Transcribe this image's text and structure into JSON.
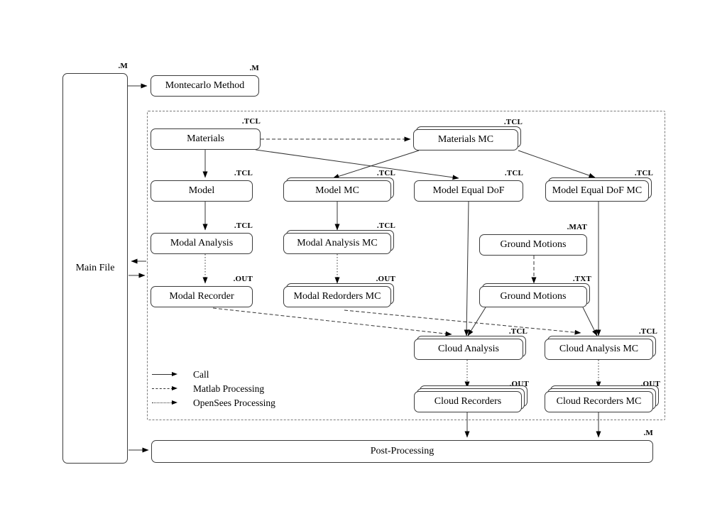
{
  "diagram": {
    "nodes": {
      "main_file": {
        "label": "Main File",
        "ext": ".M"
      },
      "montecarlo": {
        "label": "Montecarlo Method",
        "ext": ".M"
      },
      "materials": {
        "label": "Materials",
        "ext": ".TCL"
      },
      "materials_mc": {
        "label": "Materials MC",
        "ext": ".TCL"
      },
      "model": {
        "label": "Model",
        "ext": ".TCL"
      },
      "model_mc": {
        "label": "Model MC",
        "ext": ".TCL"
      },
      "model_equal_dof": {
        "label": "Model Equal DoF",
        "ext": ".TCL"
      },
      "model_equal_dof_mc": {
        "label": "Model Equal DoF MC",
        "ext": ".TCL"
      },
      "modal_analysis": {
        "label": "Modal Analysis",
        "ext": ".TCL"
      },
      "modal_analysis_mc": {
        "label": "Modal Analysis MC",
        "ext": ".TCL"
      },
      "modal_recorder": {
        "label": "Modal Recorder",
        "ext": ".OUT"
      },
      "modal_redorders_mc": {
        "label": "Modal Redorders MC",
        "ext": ".OUT"
      },
      "ground_motions_mat": {
        "label": "Ground Motions",
        "ext": ".MAT"
      },
      "ground_motions_txt": {
        "label": "Ground Motions",
        "ext": ".TXT"
      },
      "cloud_analysis": {
        "label": "Cloud Analysis",
        "ext": ".TCL"
      },
      "cloud_analysis_mc": {
        "label": "Cloud Analysis MC",
        "ext": ".TCL"
      },
      "cloud_recorders": {
        "label": "Cloud Recorders",
        "ext": ".OUT"
      },
      "cloud_recorders_mc": {
        "label": "Cloud Recorders MC",
        "ext": ".OUT"
      },
      "post_processing": {
        "label": "Post-Processing",
        "ext": ".M"
      }
    },
    "edges": [
      {
        "from": "main_file",
        "to": "montecarlo",
        "style": "solid"
      },
      {
        "from": "group",
        "to": "main_file",
        "style": "solid"
      },
      {
        "from": "main_file",
        "to": "group",
        "style": "solid"
      },
      {
        "from": "main_file",
        "to": "post_processing",
        "style": "solid"
      },
      {
        "from": "materials",
        "to": "model",
        "style": "solid"
      },
      {
        "from": "materials",
        "to": "materials_mc",
        "style": "dashed"
      },
      {
        "from": "materials",
        "to": "model_equal_dof",
        "style": "solid"
      },
      {
        "from": "materials_mc",
        "to": "model_mc",
        "style": "solid"
      },
      {
        "from": "materials_mc",
        "to": "model_equal_dof_mc",
        "style": "solid"
      },
      {
        "from": "model",
        "to": "modal_analysis",
        "style": "solid"
      },
      {
        "from": "model_mc",
        "to": "modal_analysis_mc",
        "style": "solid"
      },
      {
        "from": "modal_analysis",
        "to": "modal_recorder",
        "style": "dotted"
      },
      {
        "from": "modal_analysis_mc",
        "to": "modal_redorders_mc",
        "style": "dotted"
      },
      {
        "from": "ground_motions_mat",
        "to": "ground_motions_txt",
        "style": "dashed"
      },
      {
        "from": "model_equal_dof",
        "to": "cloud_analysis",
        "style": "solid"
      },
      {
        "from": "model_equal_dof_mc",
        "to": "cloud_analysis_mc",
        "style": "solid"
      },
      {
        "from": "ground_motions_txt",
        "to": "cloud_analysis",
        "style": "solid"
      },
      {
        "from": "ground_motions_txt",
        "to": "cloud_analysis_mc",
        "style": "solid"
      },
      {
        "from": "modal_recorder",
        "to": "cloud_analysis",
        "style": "dashed"
      },
      {
        "from": "modal_redorders_mc",
        "to": "cloud_analysis_mc",
        "style": "dashed"
      },
      {
        "from": "cloud_analysis",
        "to": "cloud_recorders",
        "style": "dotted"
      },
      {
        "from": "cloud_analysis_mc",
        "to": "cloud_recorders_mc",
        "style": "dotted"
      },
      {
        "from": "cloud_recorders",
        "to": "post_processing",
        "style": "solid"
      },
      {
        "from": "cloud_recorders_mc",
        "to": "post_processing",
        "style": "solid"
      }
    ],
    "legend": {
      "items": [
        {
          "label": "Call",
          "style": "solid"
        },
        {
          "label": "Matlab Processing",
          "style": "dashed"
        },
        {
          "label": "OpenSees Processing",
          "style": "dotted"
        }
      ]
    },
    "colors": {
      "line": "#333333",
      "text": "#000000",
      "background": "#ffffff"
    }
  }
}
